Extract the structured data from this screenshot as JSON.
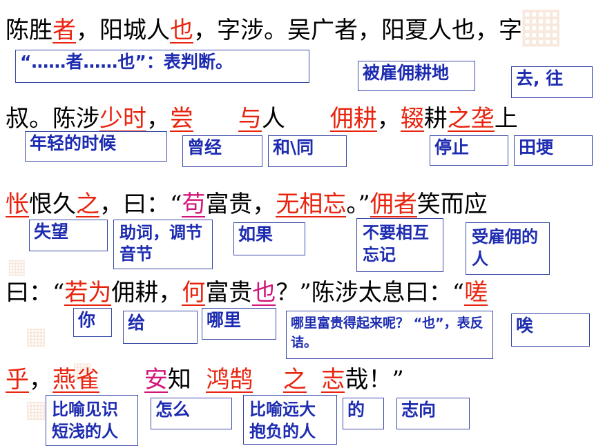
{
  "lines": [
    [
      {
        "t": "陈胜",
        "s": ""
      },
      {
        "t": "者",
        "s": "red"
      },
      {
        "t": "，阳城人",
        "s": ""
      },
      {
        "t": "也",
        "s": "red"
      },
      {
        "t": "，字涉。吴广者，阳夏人也，字",
        "s": ""
      }
    ],
    [
      {
        "t": "叔。陈涉",
        "s": ""
      },
      {
        "t": "少时",
        "s": "red"
      },
      {
        "t": "，",
        "s": ""
      },
      {
        "t": "尝",
        "s": "red"
      },
      {
        "t": "      ",
        "s": ""
      },
      {
        "t": "与",
        "s": "red"
      },
      {
        "t": "人      ",
        "s": ""
      },
      {
        "t": "佣耕",
        "s": "red"
      },
      {
        "t": "，",
        "s": ""
      },
      {
        "t": "辍",
        "s": "red"
      },
      {
        "t": "耕",
        "s": ""
      },
      {
        "t": "之垄",
        "s": "red"
      },
      {
        "t": "上",
        "s": ""
      }
    ],
    [
      {
        "t": "怅",
        "s": "red"
      },
      {
        "t": "恨久",
        "s": ""
      },
      {
        "t": "之",
        "s": "red"
      },
      {
        "t": "，曰：“",
        "s": ""
      },
      {
        "t": "苟",
        "s": "mag"
      },
      {
        "t": "富贵，",
        "s": ""
      },
      {
        "t": "无相忘",
        "s": "red"
      },
      {
        "t": "。”",
        "s": ""
      },
      {
        "t": "佣者",
        "s": "red"
      },
      {
        "t": "笑而应",
        "s": ""
      }
    ],
    [
      {
        "t": "曰：“",
        "s": ""
      },
      {
        "t": "若为",
        "s": "red"
      },
      {
        "t": "佣耕，",
        "s": ""
      },
      {
        "t": "何",
        "s": "red"
      },
      {
        "t": "富贵",
        "s": ""
      },
      {
        "t": "也",
        "s": "mag"
      },
      {
        "t": "？”陈涉太息曰：“",
        "s": ""
      },
      {
        "t": "嗟",
        "s": "red"
      }
    ],
    [
      {
        "t": "乎",
        "s": "red"
      },
      {
        "t": "，",
        "s": ""
      },
      {
        "t": "燕雀",
        "s": "red"
      },
      {
        "t": "      ",
        "s": ""
      },
      {
        "t": "安",
        "s": "mag"
      },
      {
        "t": "知  ",
        "s": ""
      },
      {
        "t": "鸿鹄",
        "s": "red"
      },
      {
        "t": "    ",
        "s": ""
      },
      {
        "t": "之",
        "s": "red"
      },
      {
        "t": "  ",
        "s": ""
      },
      {
        "t": "志",
        "s": "red"
      },
      {
        "t": "哉！”",
        "s": ""
      }
    ]
  ],
  "notes": [
    {
      "name": "note-zhe-ye",
      "text": "“……者……也”：表判断。"
    },
    {
      "name": "note-bei-gu",
      "text": "被雇佣耕地"
    },
    {
      "name": "note-qu-wang",
      "text": "去, 往"
    },
    {
      "name": "note-nian-qing",
      "text": "年轻的时候"
    },
    {
      "name": "note-ceng-jing",
      "text": "曾经"
    },
    {
      "name": "note-he-tong",
      "text": "和\\同"
    },
    {
      "name": "note-ting-zhi",
      "text": "停止"
    },
    {
      "name": "note-tian-geng",
      "text": "田埂"
    },
    {
      "name": "note-shi-wang",
      "text": "失望"
    },
    {
      "name": "note-zhu-ci",
      "text": "助词，调节音节"
    },
    {
      "name": "note-ru-guo",
      "text": "如果"
    },
    {
      "name": "note-bu-yao",
      "text": "不要相互忘记"
    },
    {
      "name": "note-shou-gu",
      "text": "受雇佣的人"
    },
    {
      "name": "note-ni",
      "text": "你"
    },
    {
      "name": "note-gei",
      "text": "给"
    },
    {
      "name": "note-na-li",
      "text": "哪里"
    },
    {
      "name": "note-fan-jie",
      "text": "哪里富贵得起来呢？ “也”，表反诘。"
    },
    {
      "name": "note-ai",
      "text": "唉"
    },
    {
      "name": "note-bi-yu-1",
      "text": "比喻见识短浅的人"
    },
    {
      "name": "note-zen-me",
      "text": "怎么"
    },
    {
      "name": "note-bi-yu-2",
      "text": "比喻远大抱负的人"
    },
    {
      "name": "note-de",
      "text": "的"
    },
    {
      "name": "note-zhi-xiang",
      "text": "志向"
    }
  ]
}
